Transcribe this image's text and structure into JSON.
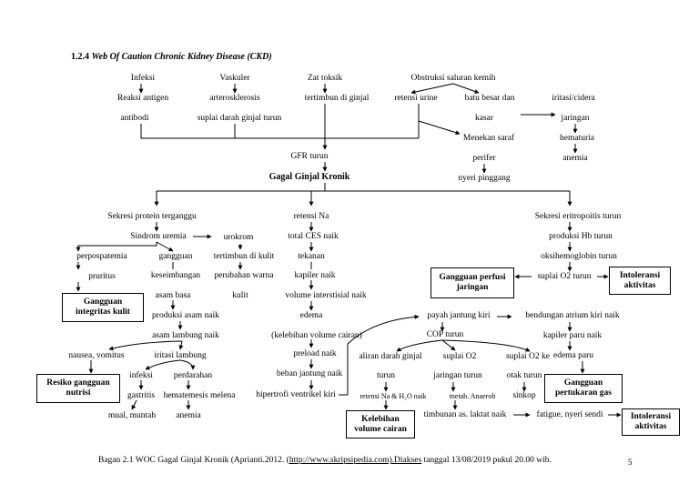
{
  "heading": {
    "number": "1.2.4",
    "title": "Web Of Caution Chronic Kidney Disease (CKD)"
  },
  "nodes": {
    "infeksi": "Infeksi",
    "reaksi_antigen": "Reaksi antigen",
    "antibodi": "antibodi",
    "vaskuler": "Vaskuler",
    "arteroskl": "arterosklerosis",
    "suplai_ginjal": "suplai darah ginjal turun",
    "zat_toksik": "Zat toksik",
    "tertimbun_ginjal": "tertimbun di ginjal",
    "obstruksi": "Obstruksi saluran kemih",
    "retensi_urine": "retensi urine",
    "batu_besar": "batu besar dan",
    "kasar": "kasar",
    "menekan_saraf": "Menekan saraf",
    "perifer": "perifer",
    "nyeri_pinggang": "nyeri pinggang",
    "iritasi_cidera": "iritasi/cidera",
    "jaringan": "jaringan",
    "hematuria": "hematuria",
    "anemia_top": "anemia",
    "gfr_turun": "GFR turun",
    "ggk": "Gagal Ginjal Kronik",
    "sekresi_protein": "Sekresi protein terganggu",
    "sindrom_uremia": "Sindrom uremia",
    "urokrom": "urokrom",
    "tertimbun_kulit": "tertimbun di kulit",
    "perubahan_warna": "perubahan warna",
    "kulit": "kulit",
    "perpospatemia": "perpospatemia",
    "pruritus": "pruritus",
    "gangguan_kes": "gangguan",
    "keseimbangan": "keseimbangan",
    "asam_basa": "asam basa",
    "produksi_asam": "produksi asam naik",
    "asam_lambung": "asam lambung naik",
    "nausea": "nausea, vomitus",
    "iritasi_lambung": "iritasi lambung",
    "infeksi2": "infeksi",
    "perdarahan": "perdarahan",
    "gastritis": "gastritis",
    "hematemesis": "hematemesis melena",
    "mual": "mual, muntah",
    "anemia_bottom": "anemia",
    "retensi_na": "retensi Na",
    "total_ces": "total CES naik",
    "tekanan": "tekanan",
    "kapiler_naik": "kapiler naik",
    "volume_interstisial": "volume interstisial naik",
    "edema": "edema",
    "kelebihan_paren": "(kelebihan volume cairan)",
    "preload": "preload naik",
    "beban_jantung": "beban jantung naik",
    "hipertrofi": "hipertrofi ventrikel kiri",
    "sekresi_eritropoitis": "Sekresi eritropoitis turun",
    "produksi_hb": "produksi Hb turun",
    "oksihemoglobin": "oksihemoglobin turun",
    "suplai_o2_turun": "suplai O2 turun",
    "payah_jantung": "payah jantung kiri",
    "bendungan": "bendungan atrium kiri naik",
    "kapiler_paru": "kapiler paru naik",
    "edema_paru": "edema paru",
    "cop_turun": "COP turun",
    "aliran_darah": "aliran darah ginjal",
    "turun_a": "turun",
    "retensi_na_h2o": "retensi Na & H₂O naik",
    "suplai_o2": "suplai O2",
    "jaringan_turun": "jaringan turun",
    "metab_anaerob": "metab. Anaerob",
    "timbunan_laktat": "timbunan as. laktat naik",
    "fatigue": "fatigue, nyeri sendi",
    "suplai_o2_ke": "suplai O2 ke",
    "otak_turun": "otak turun",
    "sinkop": "sinkop"
  },
  "diagnoses": {
    "gangguan_integritas": [
      "Gangguan",
      "integritas kulit"
    ],
    "resiko_nutrisi": [
      "Resiko gangguan",
      "nutrisi"
    ],
    "gangguan_perfusi": [
      "Gangguan perfusi",
      "jaringan"
    ],
    "intoleransi_top": [
      "Intoleransi",
      "aktivitas"
    ],
    "gangguan_pertukaran": [
      "Gangguan",
      "pertukaran gas"
    ],
    "kelebihan_volume": [
      "Kelebihan",
      "volume cairan"
    ],
    "intoleransi_bottom": [
      "Intoleransi",
      "aktivitas"
    ]
  },
  "caption": {
    "prefix": "Bagan 2.1 WOC Gagal Ginjal Kronik (Aprianti.2012. (",
    "url": "http://www.skripsipedia.com).Diakses",
    "suffix": " tanggal 13/08/2019 pukul 20.00 wib.",
    "page_mark": "5"
  }
}
